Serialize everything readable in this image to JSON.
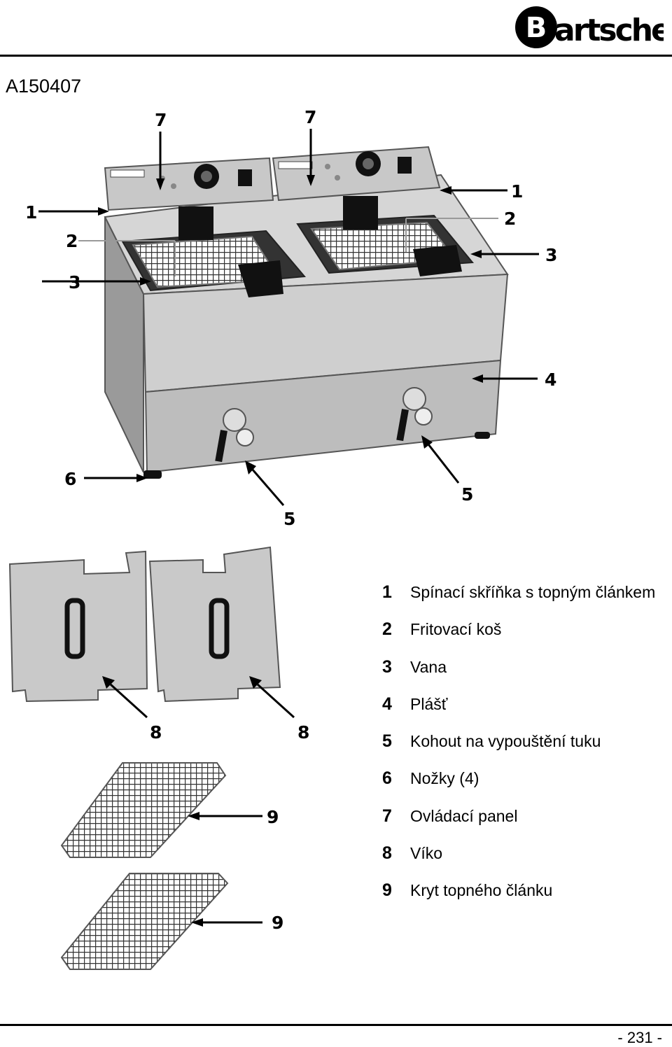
{
  "header": {
    "brand": "Bartscher",
    "model": "A150407"
  },
  "callouts": {
    "c1": "1",
    "c2": "2",
    "c3": "3",
    "c4": "4",
    "c5": "5",
    "c6": "6",
    "c7": "7",
    "c8": "8",
    "c9": "9"
  },
  "legend": [
    {
      "num": "1",
      "text": "Spínací skříňka s topným článkem"
    },
    {
      "num": "2",
      "text": "Fritovací koš"
    },
    {
      "num": "3",
      "text": "Vana"
    },
    {
      "num": "4",
      "text": "Plášť"
    },
    {
      "num": "5",
      "text": "Kohout na vypouštění tuku"
    },
    {
      "num": "6",
      "text": "Nožky (4)"
    },
    {
      "num": "7",
      "text": "Ovládací panel"
    },
    {
      "num": "8",
      "text": "Víko"
    },
    {
      "num": "9",
      "text": "Kryt topného článku"
    }
  ],
  "footer": {
    "page_number": "- 231 -"
  }
}
